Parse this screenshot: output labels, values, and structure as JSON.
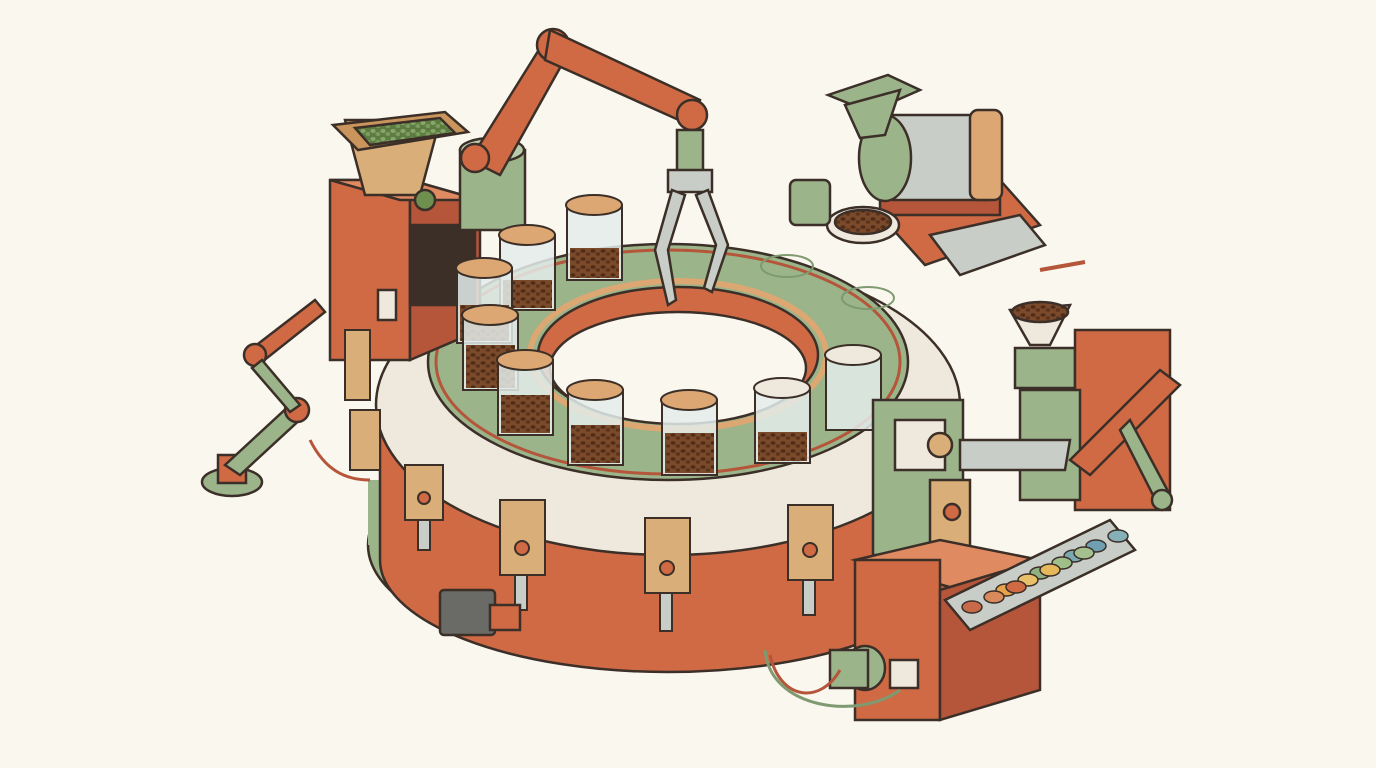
{
  "scene": {
    "description_text": "",
    "palette": {
      "background": "#faf7ef",
      "outline": "#3b2f28",
      "orange": "#cf6a45",
      "orange_dark": "#b5553a",
      "sage": "#9bb48a",
      "sage_dark": "#7f9a70",
      "cream": "#efe9dd",
      "kraft": "#d9ae78",
      "wood": "#dca772",
      "glass": "#e4ecea",
      "bean": "#6b3f24",
      "metal": "#c9cdc8",
      "green_bean": "#6f8f4f"
    },
    "carousel_jars": [
      {
        "fill": 0.0
      },
      {
        "fill": 0.45
      },
      {
        "fill": 0.55
      },
      {
        "fill": 0.6
      },
      {
        "fill": 0.5
      },
      {
        "fill": 0.45
      },
      {
        "fill": 0.4
      },
      {
        "fill": 0.35
      },
      {
        "fill": 0.6
      },
      {
        "fill": 0.7
      }
    ],
    "control_panel_buttons": [
      "#c76a4a",
      "#e6a34a",
      "#8fb080",
      "#7aa8b0",
      "#d98a5a",
      "#e8c06a",
      "#9fbf8a",
      "#6f9fb0",
      "#cf6a45",
      "#e5b85a",
      "#a5c08f",
      "#86b0b8"
    ],
    "icons": [
      "robot-arm-icon",
      "gripper-icon",
      "hopper-icon",
      "roaster-icon",
      "grinder-icon",
      "motor-icon",
      "coffee-bag-icon",
      "leaf-icon"
    ]
  }
}
